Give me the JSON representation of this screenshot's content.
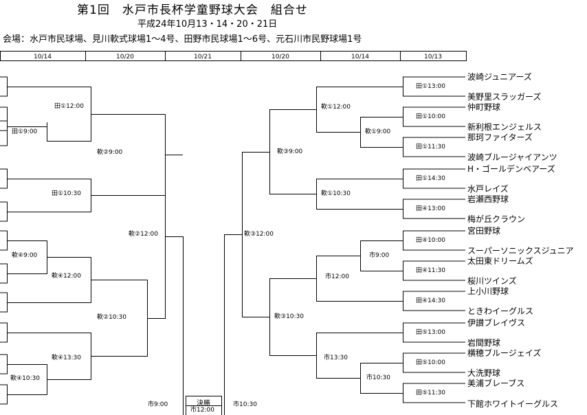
{
  "title": "第1回　水戸市長杯学童野球大会　組合せ",
  "dates": "平成24年10月13・14・20・21日",
  "venue": "会場：水戸市民球場、見川軟式球場1～4号、田野市民球場1～6号、元石川市民野球場1号",
  "round_headers": [
    "10/14",
    "10/20",
    "10/21",
    "10/20",
    "10/14",
    "10/13"
  ],
  "right_teams": [
    "波崎ジュニアーズ",
    "美野里スラッガーズ",
    "仲町野球",
    "新利根エンジェルス",
    "那珂ファイターズ",
    "波崎ブルージャイアンツ",
    "H・ゴールデンベアーズ",
    "水戸レイズ",
    "岩瀬西野球",
    "梅が丘クラウン",
    "宮田野球",
    "スーパーソニックスジュニア",
    "太田東ドリームズ",
    "桜川ツインズ",
    "上小川野球",
    "ときわイーグルス",
    "伊讃ブレイヴス",
    "岩間野球",
    "横穂ブルージェイズ",
    "大洗野球",
    "美浦ブレーブス",
    "下館ホワイトイーグルス"
  ],
  "right_r1": [
    "田①13:00",
    "田①10:00",
    "田①11:30",
    "田①14:30",
    "田④13:00",
    "田④10:00",
    "田④11:30",
    "田④14:30",
    "田⑤13:00",
    "田⑤10:00",
    "田⑤11:30"
  ],
  "right_r2": [
    "軟①9:00",
    "市9:00",
    "市10:30"
  ],
  "right_qf": [
    "軟①12:00",
    "軟①10:30",
    "市12:00",
    "市13:30"
  ],
  "right_sf": [
    "軟③9:00",
    "軟③10:30"
  ],
  "right_semi": "軟③12:00",
  "left_games": [
    "田①12:00",
    "田①9:00",
    "田①10:30",
    "軟④9:00",
    "軟④12:00",
    "軟④13:30",
    "軟④10:30"
  ],
  "left_sf": [
    "軟②9:00",
    "軟②10:30"
  ],
  "left_semi": "軟②12:00",
  "final": {
    "label": "決勝",
    "time": "市12:00",
    "left_time": "市9:00",
    "right_time": "市10:30"
  }
}
